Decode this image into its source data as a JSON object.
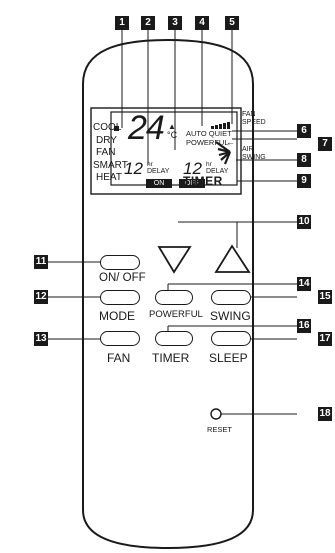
{
  "lcd": {
    "modes": [
      "COOL",
      "DRY",
      "FAN",
      "SMART",
      "HEAT"
    ],
    "temperature": "24",
    "unit": "°C",
    "auto_quiet": "AUTO QUIET",
    "powerful": "POWERFUL",
    "fan_speed": "FAN SPEED",
    "air_swing": "AIR SWING",
    "hr_left": "12",
    "hr_unit": "hr",
    "delay_left": "DELAY",
    "hr_right": "12",
    "delay_right": "DELAY",
    "on_tag": "ON",
    "off_tag": "OFF",
    "timer": "TIMER"
  },
  "buttons": {
    "on_off": "ON/ OFF",
    "mode": "MODE",
    "powerful": "POWERFUL",
    "swing": "SWING",
    "fan": "FAN",
    "timer": "TIMER",
    "sleep": "SLEEP",
    "reset": "RESET"
  },
  "callouts": [
    "1",
    "2",
    "3",
    "4",
    "5",
    "6",
    "7",
    "8",
    "9",
    "10",
    "11",
    "12",
    "13",
    "14",
    "15",
    "16",
    "17",
    "18"
  ],
  "colors": {
    "outline": "#1a1a1a",
    "callout_bg": "#1a1a1a",
    "callout_text": "#ffffff"
  }
}
